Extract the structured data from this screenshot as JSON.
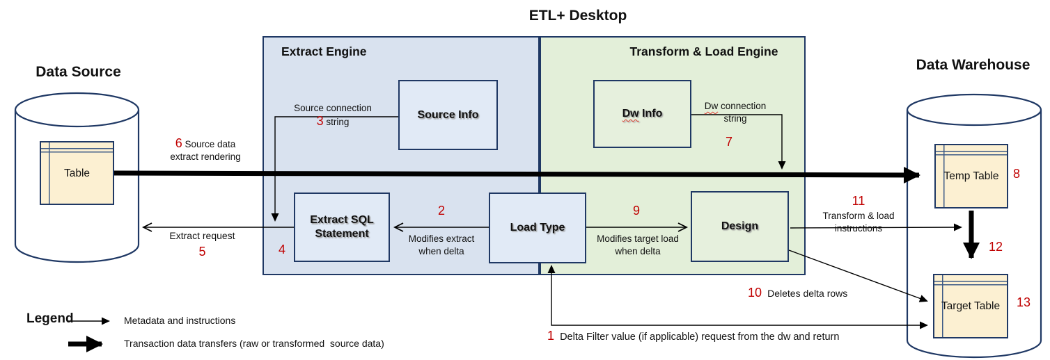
{
  "title": "ETL+ Desktop",
  "data_source": {
    "heading": "Data Source",
    "table": "Table"
  },
  "data_warehouse": {
    "heading": "Data Warehouse",
    "temp_table": "Temp Table",
    "target_table": "Target Table"
  },
  "extract_engine": {
    "heading": "Extract Engine",
    "source_info": "Source Info",
    "extract_sql": "Extract SQL Statement"
  },
  "transform_engine": {
    "heading": "Transform & Load Engine",
    "dw_info_prefix": "Dw",
    "dw_info_suffix": " Info",
    "design": "Design"
  },
  "load_type": "Load Type",
  "annotations": {
    "n1": {
      "num": "1",
      "text": "Delta Filter value (if applicable) request from the dw and return"
    },
    "n2": {
      "num": "2",
      "text": "Modifies extract when delta"
    },
    "n3": {
      "num": "3",
      "line1": "Source connection",
      "line2": "string"
    },
    "n4": {
      "num": "4"
    },
    "n5": {
      "num": "5",
      "text": "Extract request"
    },
    "n6": {
      "num": "6",
      "text": "Source data extract rendering"
    },
    "n7": {
      "num": "7",
      "prefix": "Dw",
      "text": " connection string"
    },
    "n8": {
      "num": "8"
    },
    "n9": {
      "num": "9",
      "text": "Modifies target load when delta"
    },
    "n10": {
      "num": "10",
      "text": "Deletes delta rows"
    },
    "n11": {
      "num": "11",
      "text": "Transform & load instructions"
    },
    "n12": {
      "num": "12"
    },
    "n13": {
      "num": "13"
    }
  },
  "legend": {
    "heading": "Legend",
    "items": [
      {
        "arrow": "thin-arrow",
        "label": "Metadata and instructions"
      },
      {
        "arrow": "thick-arrow",
        "label": "Transaction data transfers (raw or transformed  source data)"
      }
    ]
  },
  "colors": {
    "navy": "#1f3864",
    "red": "#c00000",
    "panel_blue": "#d9e2ef",
    "panel_green": "#e3efd9",
    "table_fill": "#fcf0d2",
    "arrow": "#000000"
  }
}
